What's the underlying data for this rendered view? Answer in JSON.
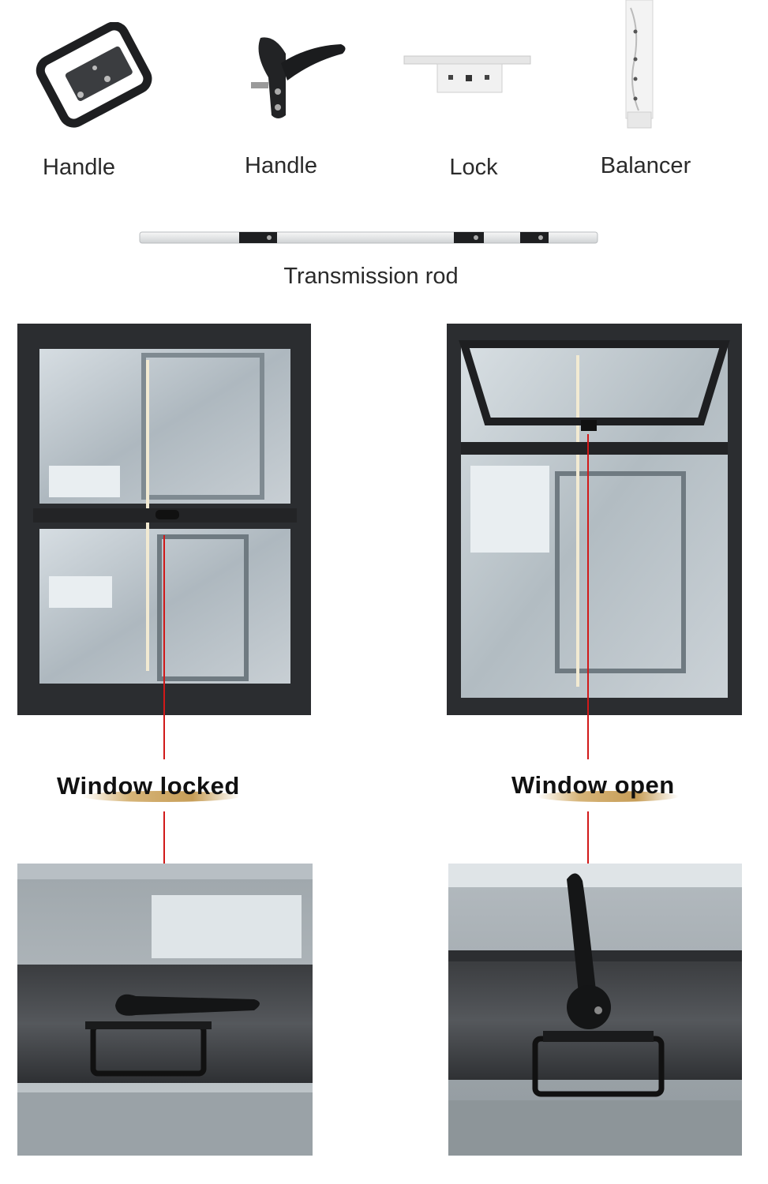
{
  "parts": [
    {
      "label": "Handle",
      "icon": "latch-handle-icon"
    },
    {
      "label": "Handle",
      "icon": "lever-handle-icon"
    },
    {
      "label": "Lock",
      "icon": "lock-plate-icon"
    },
    {
      "label": "Balancer",
      "icon": "balancer-icon"
    }
  ],
  "rod": {
    "label": "Transmission rod",
    "icon": "transmission-rod-icon"
  },
  "states": {
    "locked": {
      "label": "Window locked"
    },
    "open": {
      "label": "Window open"
    }
  },
  "colors": {
    "frame": "#2b2d30",
    "glass": "#b9c3c9",
    "indicator_line": "#d11919",
    "swoosh": "#d6b478"
  }
}
